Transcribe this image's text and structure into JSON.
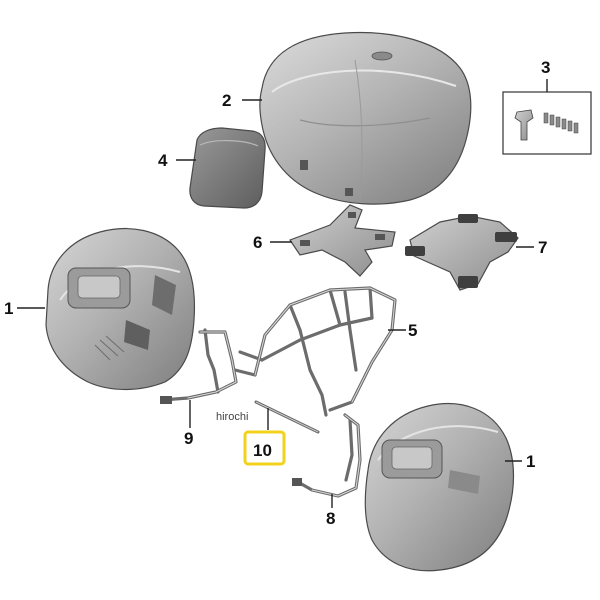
{
  "diagram": {
    "parts": [
      {
        "id": "pannier-left",
        "label": "1",
        "name": "side case"
      },
      {
        "id": "top-case",
        "label": "2",
        "name": "top case"
      },
      {
        "id": "fastener-kit",
        "label": "3",
        "name": "bolt kit"
      },
      {
        "id": "backrest-pad",
        "label": "4",
        "name": "backrest pad"
      },
      {
        "id": "luggage-rack",
        "label": "5",
        "name": "luggage rack"
      },
      {
        "id": "base-plate-left",
        "label": "6",
        "name": "mounting plate"
      },
      {
        "id": "base-plate-right",
        "label": "7",
        "name": "mounting plate"
      },
      {
        "id": "side-bracket-right",
        "label": "8",
        "name": "side carrier"
      },
      {
        "id": "side-bracket-left",
        "label": "9",
        "name": "side carrier"
      },
      {
        "id": "support-rod",
        "label": "10",
        "name": "support rod"
      },
      {
        "id": "pannier-right",
        "label": "1",
        "name": "side case"
      }
    ],
    "highlighted_label": "10",
    "highlight_color": "#f2d21b",
    "case_color": "#a9a9a9",
    "watermark": "hirochi"
  }
}
